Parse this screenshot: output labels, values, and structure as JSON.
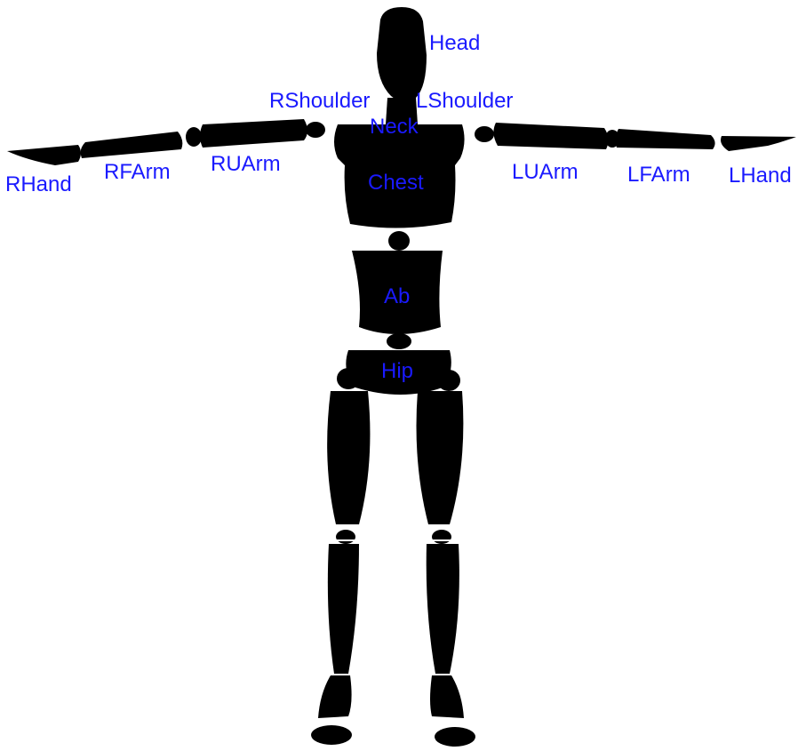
{
  "colors": {
    "figure": "#000000",
    "label": "#1a1aff",
    "background": "#ffffff"
  },
  "labels": {
    "head": "Head",
    "rshoulder": "RShoulder",
    "lshoulder": "LShoulder",
    "neck": "Neck",
    "chest": "Chest",
    "ruarm": "RUArm",
    "rfarm": "RFArm",
    "rhand": "RHand",
    "luarm": "LUArm",
    "lfarm": "LFArm",
    "lhand": "LHand",
    "ab": "Ab",
    "hip": "Hip"
  }
}
